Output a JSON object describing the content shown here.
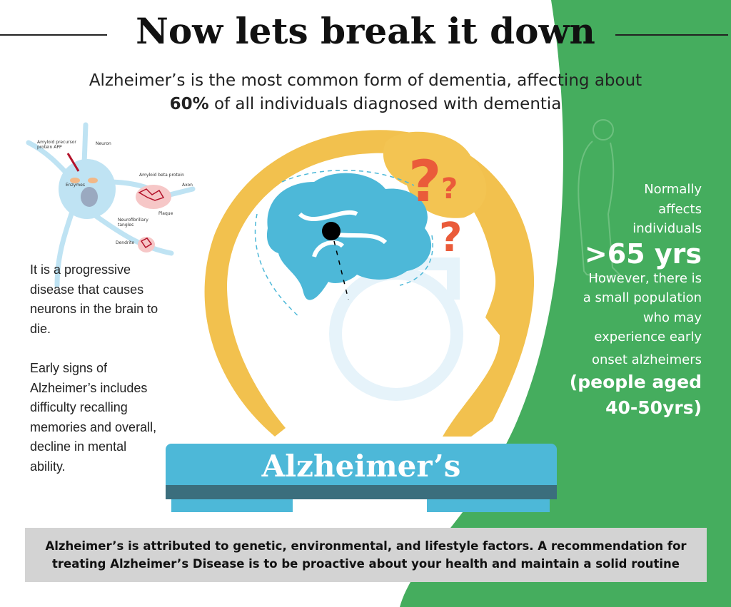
{
  "title": "Now lets break it down",
  "subtitle": {
    "line1": "Alzheimer’s is the most common form of dementia, affecting about",
    "line2_bold": "60%",
    "line2_rest": " of all individuals diagnosed with dementia"
  },
  "neuron_diagram": {
    "labels": {
      "app": "Amyloid precursor protein APP",
      "neuron": "Neuron",
      "enzymes": "Enzymes",
      "amyloid_beta": "Amyloid beta protein",
      "axon": "Axon",
      "plaque": "Plaque",
      "tangles": "Neurofibrillary tangles",
      "dendrite": "Dendrite"
    }
  },
  "left_text": {
    "para1": "It is a progressive disease that causes neurons in the brain to die.",
    "para2": "Early signs of Alzheimer’s includes difficulty recalling memories and overall, decline in mental ability."
  },
  "right_text": {
    "line1": "Normally",
    "line2": "affects",
    "line3": "individuals",
    "age": ">65 yrs",
    "line4": "However, there is",
    "line5": "a small population",
    "line6": "who may",
    "line7": "experience early",
    "line8": "onset alzheimers",
    "early_age1": "(people aged",
    "early_age2": "40-50yrs)"
  },
  "banner": "Alzheimer’s",
  "note": "Alzheimer’s is attributed to genetic, environmental, and lifestyle factors. A recommendation for treating Alzheimer’s Disease is to be proactive about your health and maintain a solid routine",
  "colors": {
    "green": "#45ad5e",
    "yellow": "#f2c14e",
    "brain_blue": "#4db8d8",
    "banner_dark": "#3b6e7d",
    "question_red": "#ea5b3a",
    "note_bg": "#d3d3d3"
  }
}
